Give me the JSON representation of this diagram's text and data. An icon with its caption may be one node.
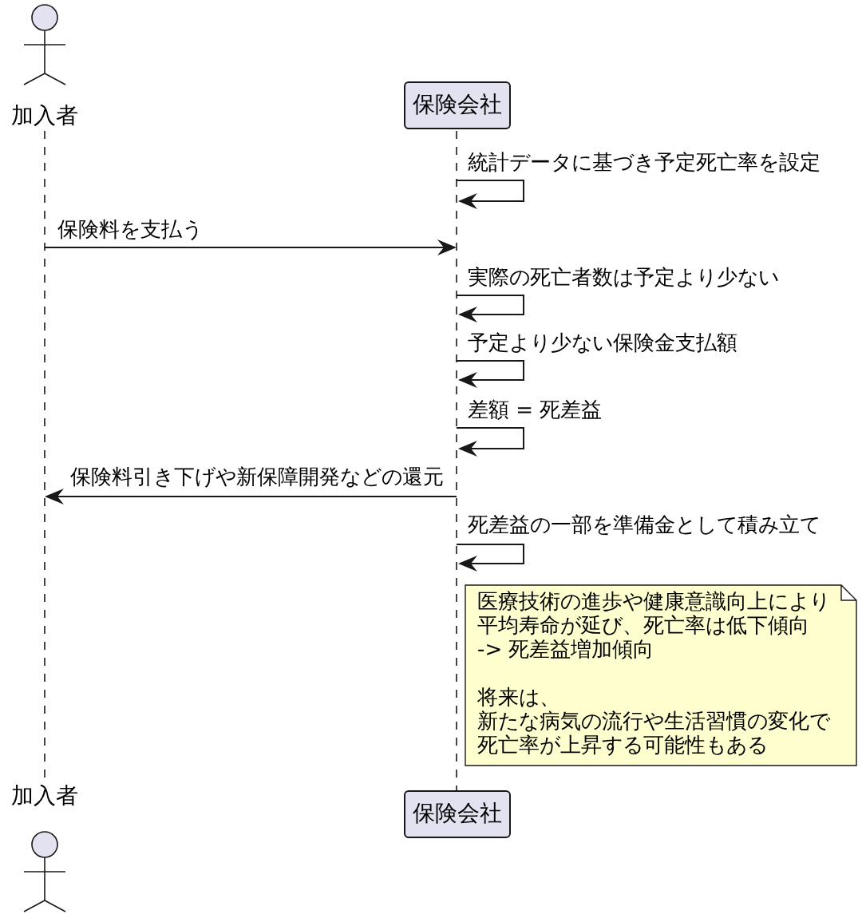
{
  "diagram": {
    "nodes": [
      {
        "text": [
          "加入者"
        ]
      },
      {
        "text": [
          "保険会社"
        ]
      },
      {
        "text": [
          "加入者"
        ]
      },
      {
        "text": [
          "保険会社"
        ]
      },
      {
        "text": [
          "医療技術の進歩や健康意識向上により",
          "平均寿命が延び、死亡率は低下傾向",
          "-> 死差益増加傾向",
          "将来は、",
          "新たな病気の流行や生活習慣の変化で",
          "死亡率が上昇する可能性もある"
        ]
      },
      {
        "text": [],
        "shape": "line"
      },
      {
        "text": [],
        "shape": "line"
      }
    ],
    "edges": [
      {
        "from": 6,
        "to": 6,
        "arrow": "to",
        "label": "統計データに基づき予定死亡率を設定"
      },
      {
        "from": 5,
        "to": 6,
        "arrow": "to",
        "label": "保険料を支払う"
      },
      {
        "from": 6,
        "to": 6,
        "arrow": "to",
        "label": "実際の死亡者数は予定より少ない"
      },
      {
        "from": 6,
        "to": 6,
        "arrow": "to",
        "label": "予定より少ない保険金支払額"
      },
      {
        "from": 6,
        "to": 6,
        "arrow": "to",
        "label": "差額 = 死差益"
      },
      {
        "from": 6,
        "to": 5,
        "arrow": "to",
        "label": "保険料引き下げや新保障開発などの還元"
      },
      {
        "from": 6,
        "to": 6,
        "arrow": "to",
        "label": "死差益の一部を準備金として積み立て"
      }
    ]
  }
}
